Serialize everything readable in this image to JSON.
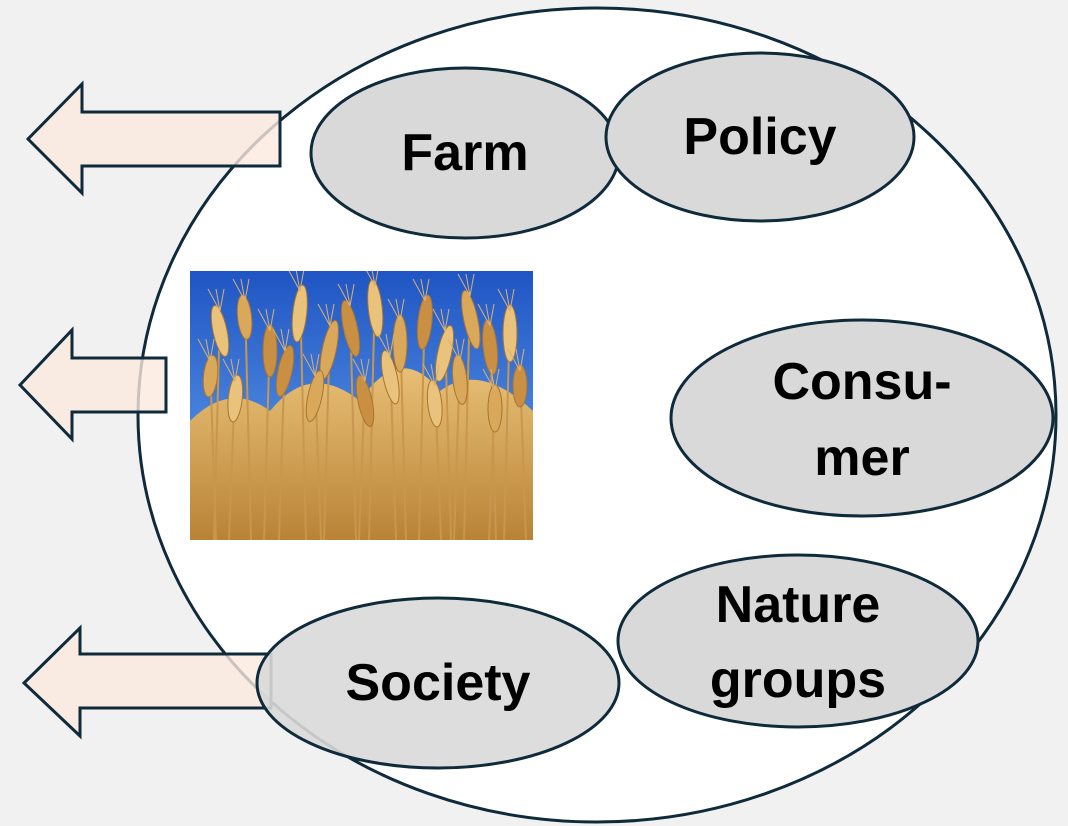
{
  "colors": {
    "background": "#f1f1f1",
    "big_circle_fill": "#ffffff",
    "outline": "#0e2a3b",
    "node_fill": "#d9d9d9",
    "arrow_fill": "#fbe8df",
    "sky_top": "#1f55c4",
    "sky_bottom": "#6aa6ee",
    "wheat": "#d9a85a"
  },
  "nodes": {
    "farm": {
      "label": "Farm"
    },
    "policy": {
      "label": "Policy"
    },
    "consumer": {
      "line1": "Consu-",
      "line2": "mer"
    },
    "nature_groups": {
      "line1": "Nature",
      "line2": "groups"
    },
    "society": {
      "label": "Society"
    }
  },
  "image": {
    "subject": "wheat-field"
  },
  "arrows": [
    {
      "direction": "left"
    },
    {
      "direction": "left"
    },
    {
      "direction": "left"
    }
  ]
}
